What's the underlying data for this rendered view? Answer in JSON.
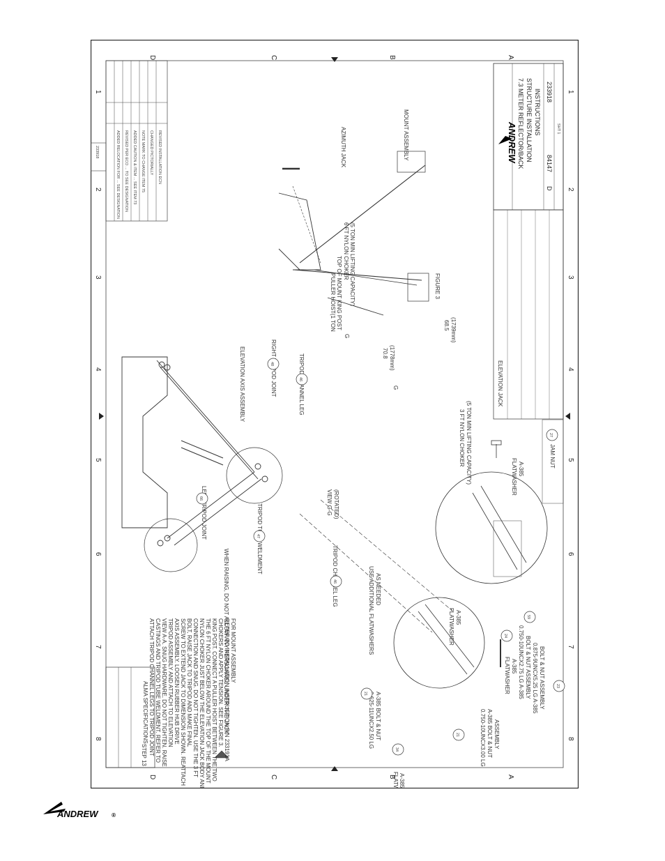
{
  "sheet": {
    "zones_top": [
      "D",
      "C",
      "B",
      "A"
    ],
    "zones_side": [
      "1",
      "2",
      "3",
      "4",
      "5",
      "6",
      "7",
      "8"
    ],
    "figure_label": "FIGURE 3",
    "view_label": "VIEW G-G",
    "view_sub": "(ROTATED)",
    "caution": "WHEN RAISING, DO NOT ALLOW ANY PERSONNEL UNDER THE JACK",
    "step": "STEP 13",
    "instructions": [
      "ATTACH TRIPOD CHANNEL LEGS TO TRIPOD JOINT",
      "CASTINGS AND TRIPOD TUBE WELDMENT. REFER TO",
      "VIEW A-A. SNUG HARDWARE, DO NOT TIGHTEN. RAISE",
      "TRIPOD ASSEMBLY AND ATTACH TO ELEVATION",
      "AXIS ASSEMBLY. LOOSEN RUBBER HUB DRIVE",
      "SCREW TO EXTEND JACK TO DIMENSION SHOWN. REATTACH",
      "BOLT, RAISE JACK TO TRIPOD AND MAKE FINAL",
      "CONNECTION AND SNUG. DO NOT TIGHTEN. USE THE 3 FT",
      "NYLON CHOKER JUST BELOW THE ELEVATION JACK BODY AND",
      "THE 6 FT NYLON CHOKER AROUND THE TOP OF THE MOUNT",
      "KING POST. CONNECT A PULLER HOIST BETWEEN THE TWO",
      "CHOKERS AND APPLY TENSION. SEE FIGURE 3.",
      "REFER TO INSTALLATION INSTRUCTION P/N 233191A",
      "FOR MOUNT ASSEMBLY"
    ],
    "labels": {
      "elevation_axis": "ELEVATION AXIS ASSEMBLY",
      "right_joint": "RIGHT TRIPOD JOINT",
      "left_joint": "LEFT TRIPOD JOINT",
      "channel_leg_r": "TRIPOD CHANNEL LEG",
      "channel_leg_l": "TRIPOD CHANNEL LEG",
      "tube_weldment": "TRIPOD TUBE WELDMENT",
      "puller": "PULLER HOIST(1 TON",
      "top_mount": "TOP OF MOUNT KING POST",
      "choker6": "6 FT NYLON CHOKER",
      "choker6_cap": "(5 TON MIN LIFTING CAPACITY)",
      "azimuth_jack": "AZIMUTH JACK",
      "mount_assembly": "MOUNT ASSEMBLY",
      "elevation_jack": "ELEVATION JACK",
      "choker3": "3 FT NYLON CHOKER",
      "choker3_cap": "(5 TON MIN LIFTING CAPACITY)",
      "dim1": "70.8",
      "dim1_mm": "(1778mm)",
      "dim2": "68.5",
      "dim2_mm": "(1739mm)",
      "flatwasher_a": "FLATWASHER",
      "flatwasher_a_pn": "A-385",
      "jam_nut": "JAM NUT",
      "flatwasher_b": "FLATWASHER",
      "flatwasher_b_pn": "A-385",
      "flatwasher_c": "FLATWASHER",
      "flatwasher_c_pn": "A-385",
      "flatwasher_d": "FLATWASHER",
      "flatwasher_d_pn": "A-385",
      "add_flatwashers": "USE ADDITIONAL FLATWASHERS",
      "as_needed": "AS NEEDED",
      "bolt1": "0.625-11UNCX2.50 LG",
      "bolt1b": "A-385 BOLT & NUT",
      "bolt2": "0.750-10UNCX2.75 LG A-385",
      "bolt2b": "BOLT & NUT ASSEMBLY",
      "bolt3": "0.875-9UNCX5.25 LG A-385",
      "bolt3b": "BOLT & NUT ASSEMBLY",
      "bolt4": "0.750-10UNCX3.00 LG",
      "bolt4b": "A-385 BOLT & NUT",
      "bolt4c": "ASSEMBLY",
      "g_mark": "G"
    },
    "balloons": [
      "66",
      "48",
      "46",
      "47",
      "46",
      "27",
      "21",
      "34",
      "24",
      "59",
      "23",
      "21"
    ],
    "title_block": {
      "company": "ANDREW",
      "desc1": "7.3 METER REFLECTOR/BACK",
      "desc2": "STRUCTURE INSTALLATION",
      "desc3": "INSTRUCTIONS",
      "size": "D",
      "cage": "84147",
      "dwg_no": "233918",
      "sheet": "SHT 1"
    },
    "parts_box_title": "ALMA SPECIFICATIONS",
    "revision_no": "233918",
    "rev_rows": [
      "ADDED RELOCATION FOR ... SEE DESIGNATION",
      "REVISED PER ECO ... TO SEE DESIGNATION",
      "ADDED CAUTION & ITEM ... SEE ITEM 73",
      "NOTE MARK TO CHANGE ITEM 75",
      "CHANGED PICTORIALLY",
      "REVISED INSTALLATION ECN"
    ]
  },
  "footer": {
    "brand": "ANDREW",
    "mark": "®"
  }
}
